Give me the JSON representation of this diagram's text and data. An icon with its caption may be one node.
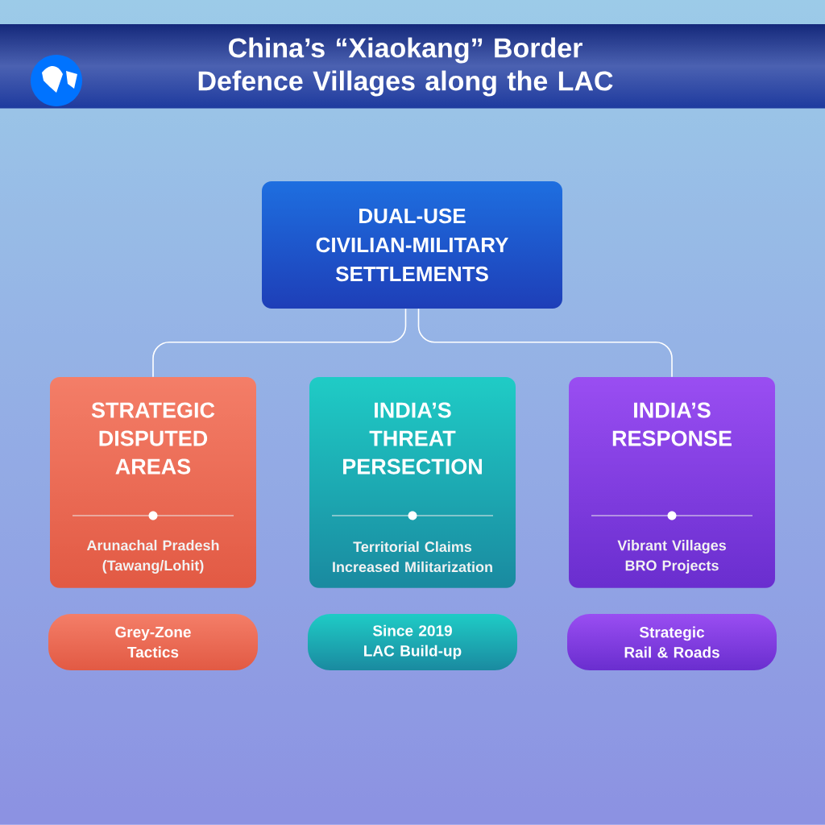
{
  "diagram": {
    "title": "China’s “Xiaokang” Border Defence Villages along the LAC",
    "nodes": [
      {
        "text": [
          "DUAL-USE CIVILIAN-MILITARY SETTLEMENTS"
        ]
      },
      {
        "text": [
          "STRATEGIC DISPUTED AREAS",
          "Arunachal Pradesh (Tawang/Lohit)"
        ]
      },
      {
        "text": [
          "INDIA’S THREAT PERSECTION",
          "Territorial Claims",
          "Increased Militarization"
        ]
      },
      {
        "text": [
          "INDIA’S RESPONSE",
          "Vibrant Villages",
          "BRO Projects"
        ]
      },
      {
        "text": [
          "Grey-Zone Tactics"
        ]
      },
      {
        "text": [
          "Since 2019 LAC Build-up"
        ]
      },
      {
        "text": [
          "Strategic Rail & Roads"
        ]
      }
    ],
    "edges": [
      {
        "from": 0,
        "to": 1,
        "arrow": "none"
      },
      {
        "from": 0,
        "to": 3,
        "arrow": "none"
      }
    ]
  }
}
